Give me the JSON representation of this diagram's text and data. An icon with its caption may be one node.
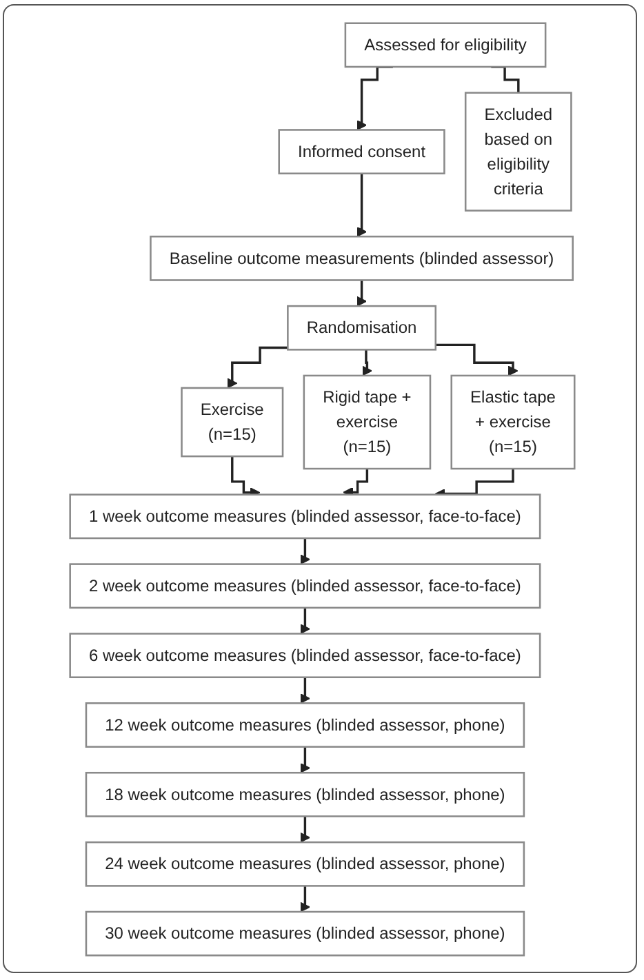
{
  "diagram": {
    "nodes": [
      {
        "text": [
          "Assessed for eligibility"
        ]
      },
      {
        "text": [
          "Excluded based on eligibility criteria"
        ]
      },
      {
        "text": [
          "Informed consent"
        ]
      },
      {
        "text": [
          "Baseline outcome measurements (blinded assessor)"
        ]
      },
      {
        "text": [
          "Randomisation"
        ]
      },
      {
        "text": [
          "Exercise (n=15)"
        ]
      },
      {
        "text": [
          "Rigid tape + exercise (n=15)"
        ]
      },
      {
        "text": [
          "Elastic tape + exercise (n=15)"
        ]
      },
      {
        "text": [
          "1 week outcome measures (blinded assessor, face-to-face)"
        ]
      },
      {
        "text": [
          "2 week outcome measures (blinded assessor, face-to-face)"
        ]
      },
      {
        "text": [
          "6 week outcome measures (blinded assessor, face-to-face)"
        ]
      },
      {
        "text": [
          "12 week outcome measures (blinded assessor, phone)"
        ]
      },
      {
        "text": [
          "18 week outcome measures (blinded assessor, phone)"
        ]
      },
      {
        "text": [
          "24 week outcome measures (blinded assessor, phone)"
        ]
      },
      {
        "text": [
          "30 week outcome measures (blinded assessor, phone)"
        ]
      }
    ],
    "edges": [
      {
        "from": 0,
        "to": 2,
        "arrow": "to"
      },
      {
        "from": 0,
        "to": 1,
        "arrow": "none"
      },
      {
        "from": 2,
        "to": 3,
        "arrow": "to"
      },
      {
        "from": 3,
        "to": 4,
        "arrow": "to"
      },
      {
        "from": 4,
        "to": 5,
        "arrow": "to"
      },
      {
        "from": 4,
        "to": 6,
        "arrow": "to"
      },
      {
        "from": 4,
        "to": 7,
        "arrow": "to"
      },
      {
        "from": 5,
        "to": 8,
        "arrow": "to"
      },
      {
        "from": 6,
        "to": 8,
        "arrow": "to"
      },
      {
        "from": 7,
        "to": 8,
        "arrow": "to"
      },
      {
        "from": 8,
        "to": 9,
        "arrow": "to"
      },
      {
        "from": 9,
        "to": 10,
        "arrow": "to"
      },
      {
        "from": 10,
        "to": 11,
        "arrow": "to"
      },
      {
        "from": 11,
        "to": 12,
        "arrow": "to"
      },
      {
        "from": 12,
        "to": 13,
        "arrow": "to"
      },
      {
        "from": 13,
        "to": 14,
        "arrow": "to"
      }
    ]
  }
}
